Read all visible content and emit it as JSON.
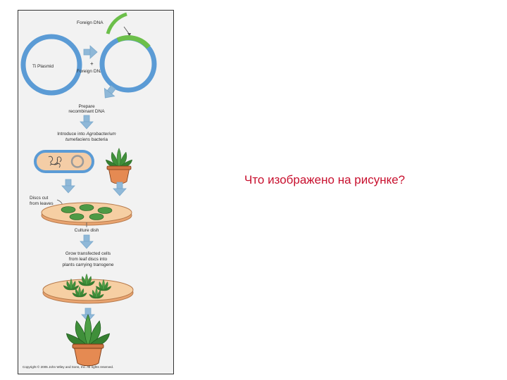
{
  "figure": {
    "labels": {
      "foreign_dna_top": "Foreign DNA",
      "ti_plasmid": "Ti Plasmid",
      "plus": "+",
      "foreign_dna_mid": "Foreign DNA",
      "prepare_1": "Prepare",
      "prepare_2": "recombinant DNA",
      "introduce_1": "Introduce into ",
      "introduce_italic": "Agrobacterium",
      "introduce_2": "tumefaciens",
      "introduce_3": " bacteria",
      "discs_1": "Discs cut",
      "discs_2": "from leaves",
      "culture_dish": "Culture dish",
      "grow_1": "Grow transfected cells",
      "grow_2": "from leaf discs into",
      "grow_3": "plants carrying transgene",
      "copyright": "Copyright © 2005 John Wiley and Sons, Inc. All rights reserved."
    },
    "colors": {
      "plasmid": "#5b9bd5",
      "foreign_dna": "#6cbf4a",
      "arrow": "#8fb8d8",
      "dish": "#f2c08e",
      "leaf": "#3f8f3a",
      "pot": "#e58a52",
      "background": "#f2f2f2"
    }
  },
  "question": "Что изображено на рисунке?"
}
